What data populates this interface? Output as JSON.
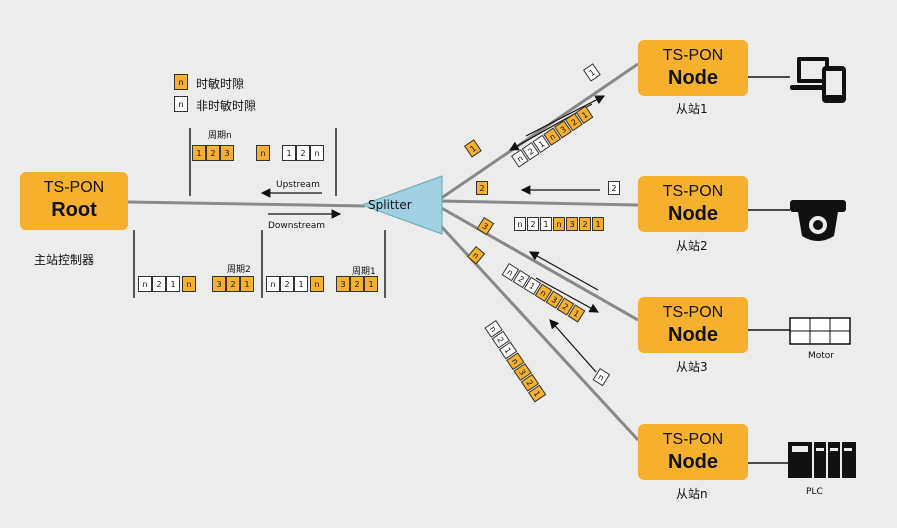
{
  "root": {
    "line1": "TS-PON",
    "line2": "Root",
    "caption": "主站控制器"
  },
  "nodes": [
    {
      "line1": "TS-PON",
      "line2": "Node",
      "caption": "从站1"
    },
    {
      "line1": "TS-PON",
      "line2": "Node",
      "caption": "从站2"
    },
    {
      "line1": "TS-PON",
      "line2": "Node",
      "caption": "从站3"
    },
    {
      "line1": "TS-PON",
      "line2": "Node",
      "caption": "从站n"
    }
  ],
  "splitter": "Splitter",
  "legend": {
    "sensitive_symbol": "n",
    "sensitive_label": "时敏时隙",
    "nonsensitive_symbol": "n",
    "nonsensitive_label": "非时敏时隙"
  },
  "upstream_label": "Upstream",
  "downstream_label": "Downstream",
  "period_n": "周期n",
  "period_2": "周期2",
  "period_1": "周期1",
  "device_labels": {
    "motor": "Motor",
    "plc": "PLC"
  },
  "up_frame": [
    {
      "t": "1",
      "k": "o"
    },
    {
      "t": "2",
      "k": "o"
    },
    {
      "t": "3",
      "k": "o"
    },
    {
      "t": "n",
      "k": "o"
    },
    {
      "t": "1",
      "k": "w"
    },
    {
      "t": "2",
      "k": "w"
    },
    {
      "t": "n",
      "k": "w"
    }
  ],
  "down_frame": [
    {
      "t": "n",
      "k": "w"
    },
    {
      "t": "2",
      "k": "w"
    },
    {
      "t": "1",
      "k": "w"
    },
    {
      "t": "n",
      "k": "o"
    },
    {
      "t": "3",
      "k": "o"
    },
    {
      "t": "2",
      "k": "o"
    },
    {
      "t": "1",
      "k": "o"
    },
    {
      "t": "n",
      "k": "w"
    },
    {
      "t": "2",
      "k": "w"
    },
    {
      "t": "1",
      "k": "w"
    },
    {
      "t": "n",
      "k": "o"
    },
    {
      "t": "3",
      "k": "o"
    },
    {
      "t": "2",
      "k": "o"
    },
    {
      "t": "1",
      "k": "o"
    }
  ],
  "branch_slots": {
    "b1_up": [
      {
        "t": "1",
        "k": "w"
      }
    ],
    "b1_down": [
      {
        "t": "n",
        "k": "w"
      },
      {
        "t": "2",
        "k": "w"
      },
      {
        "t": "1",
        "k": "w"
      },
      {
        "t": "n",
        "k": "o"
      },
      {
        "t": "3",
        "k": "o"
      },
      {
        "t": "2",
        "k": "o"
      },
      {
        "t": "1",
        "k": "o"
      }
    ],
    "b1_near": [
      {
        "t": "1",
        "k": "o"
      }
    ],
    "b2_up": [
      {
        "t": "2",
        "k": "w"
      }
    ],
    "b2_down": [
      {
        "t": "n",
        "k": "w"
      },
      {
        "t": "2",
        "k": "w"
      },
      {
        "t": "1",
        "k": "w"
      },
      {
        "t": "n",
        "k": "o"
      },
      {
        "t": "3",
        "k": "o"
      },
      {
        "t": "2",
        "k": "o"
      },
      {
        "t": "1",
        "k": "o"
      }
    ],
    "b2_near": [
      {
        "t": "2",
        "k": "o"
      }
    ],
    "b3_down": [
      {
        "t": "n",
        "k": "w"
      },
      {
        "t": "2",
        "k": "w"
      },
      {
        "t": "1",
        "k": "w"
      },
      {
        "t": "n",
        "k": "o"
      },
      {
        "t": "3",
        "k": "o"
      },
      {
        "t": "2",
        "k": "o"
      },
      {
        "t": "1",
        "k": "o"
      }
    ],
    "b3_near": [
      {
        "t": "3",
        "k": "o"
      }
    ],
    "bn_up": [
      {
        "t": "n",
        "k": "w"
      }
    ],
    "bn_down": [
      {
        "t": "n",
        "k": "w"
      },
      {
        "t": "2",
        "k": "w"
      },
      {
        "t": "1",
        "k": "w"
      },
      {
        "t": "n",
        "k": "o"
      },
      {
        "t": "3",
        "k": "o"
      },
      {
        "t": "2",
        "k": "o"
      },
      {
        "t": "1",
        "k": "o"
      }
    ],
    "bn_near": [
      {
        "t": "n",
        "k": "o"
      }
    ]
  }
}
